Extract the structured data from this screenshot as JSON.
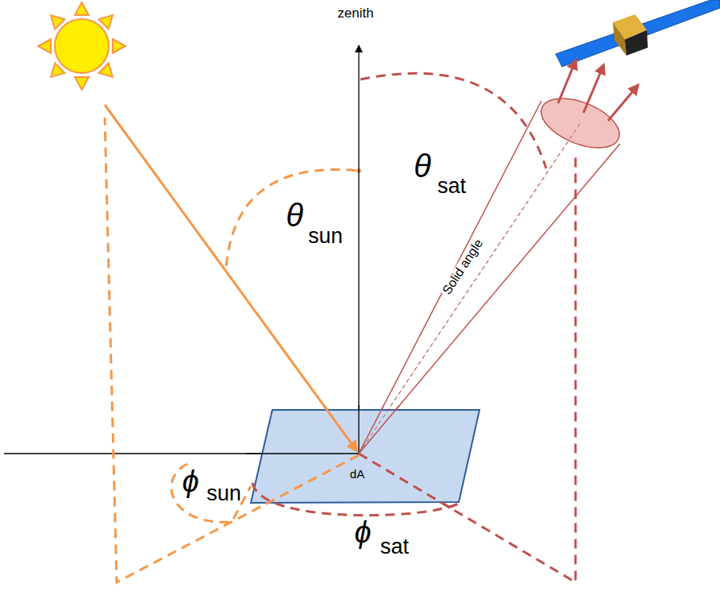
{
  "diagram": {
    "nodes": [
      {
        "text": [
          "dA"
        ]
      }
    ],
    "labels": [
      "zenith",
      "θ",
      "sun",
      "θ",
      "sat",
      "Solid angle",
      "ϕ",
      "sun",
      "ϕ",
      "sat"
    ]
  }
}
